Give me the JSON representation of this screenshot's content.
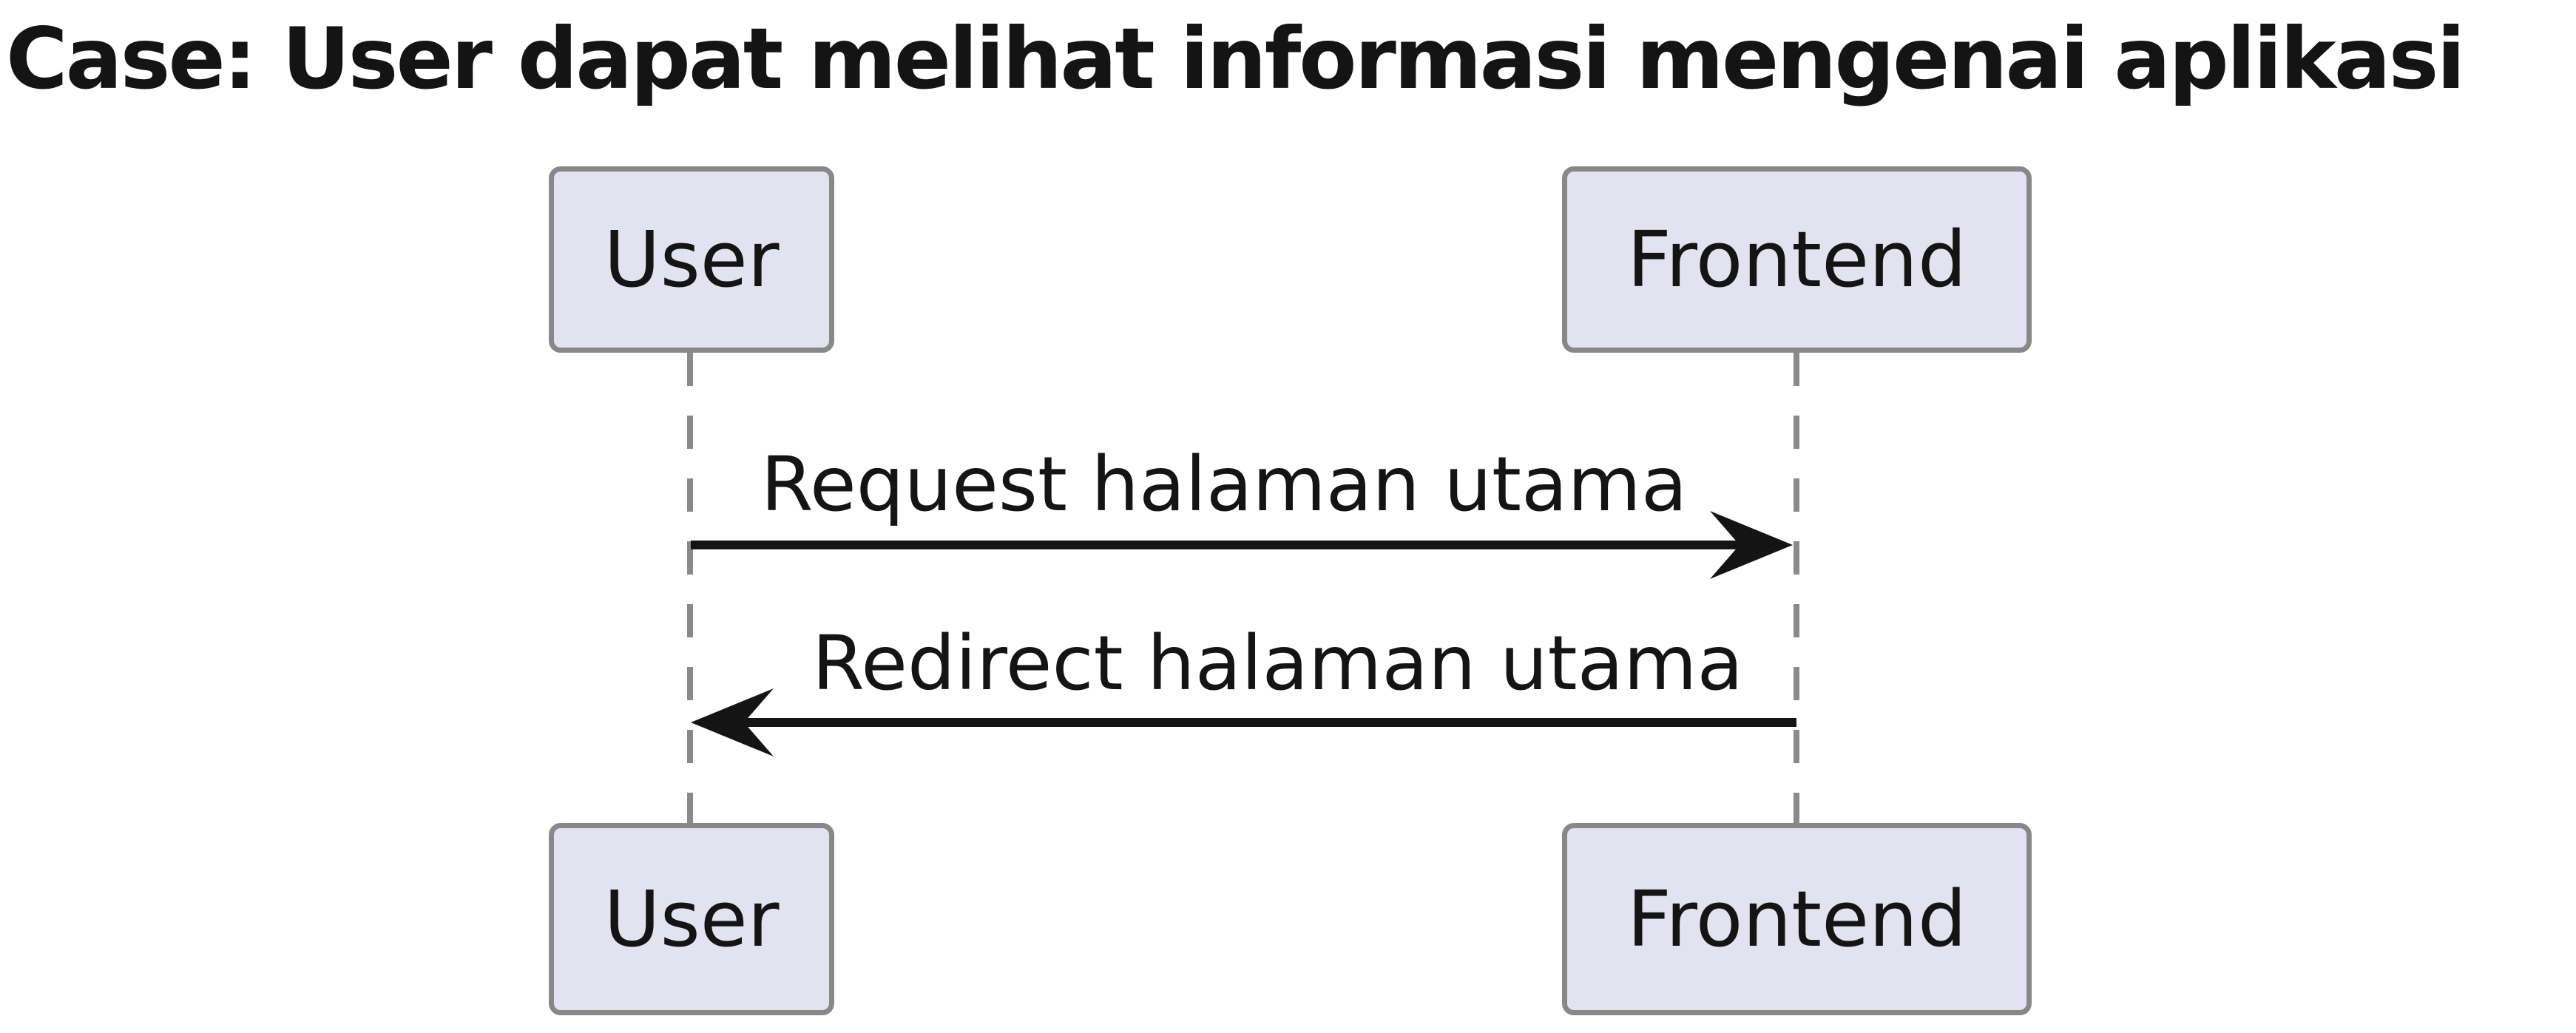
{
  "diagram": {
    "type": "sequence",
    "title": "Case: User dapat melihat informasi mengenai aplikasi",
    "participants": [
      {
        "id": "user",
        "label": "User"
      },
      {
        "id": "frontend",
        "label": "Frontend"
      }
    ],
    "messages": [
      {
        "from": "User",
        "to": "Frontend",
        "label": "Request halaman utama",
        "line": "solid",
        "direction": "right"
      },
      {
        "from": "Frontend",
        "to": "User",
        "label": "Redirect halaman utama",
        "line": "solid",
        "direction": "left"
      }
    ],
    "colors": {
      "background": "#FFFFFF",
      "participant_fill": "#E2E2F0",
      "participant_border": "#888888",
      "lifeline": "#8A8A8A",
      "arrow": "#141414",
      "text": "#141414"
    }
  }
}
